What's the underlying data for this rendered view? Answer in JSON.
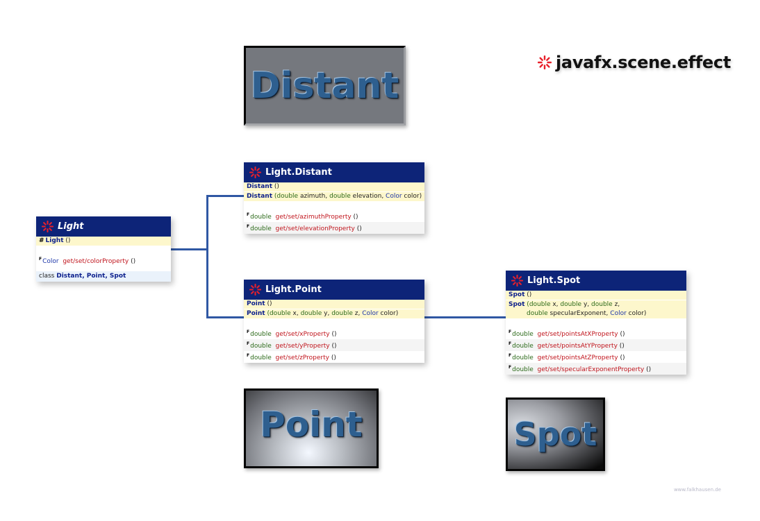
{
  "package": {
    "title": "javafx.scene.effect",
    "icon": "burst-icon"
  },
  "demos": {
    "distant": {
      "label": "Distant"
    },
    "point": {
      "label": "Point"
    },
    "spot": {
      "label": "Spot"
    }
  },
  "classes": {
    "light": {
      "title": "Light",
      "constructor": {
        "modifier": "#",
        "name": "Light",
        "params": "()"
      },
      "properties": [
        {
          "modifier": "F",
          "type": "Color",
          "accessor": "get/set/",
          "name": "colorProperty",
          "params": "()"
        }
      ],
      "inner_label": "class",
      "inner_classes": "Distant, Point, Spot"
    },
    "distant": {
      "title": "Light.Distant",
      "constructors": [
        {
          "name": "Distant",
          "params": "()"
        },
        {
          "name": "Distant",
          "open": "(",
          "p1t": "double",
          "p1": " azimuth, ",
          "p2t": "double",
          "p2": " elevation, ",
          "p3t": "Color",
          "p3": " color)"
        }
      ],
      "properties": [
        {
          "modifier": "F",
          "type": "double",
          "accessor": "get/set/",
          "name": "azimuthProperty",
          "params": "()"
        },
        {
          "modifier": "F",
          "type": "double",
          "accessor": "get/set/",
          "name": "elevationProperty",
          "params": "()"
        }
      ]
    },
    "point": {
      "title": "Light.Point",
      "constructors": [
        {
          "name": "Point",
          "params": "()"
        },
        {
          "name": "Point",
          "open": "(",
          "p1t": "double",
          "p1": " x, ",
          "p2t": "double",
          "p2": " y, ",
          "p3t": "double",
          "p3": " z, ",
          "p4t": "Color",
          "p4": " color)"
        }
      ],
      "properties": [
        {
          "modifier": "F",
          "type": "double",
          "accessor": "get/set/",
          "name": "xProperty",
          "params": "()"
        },
        {
          "modifier": "F",
          "type": "double",
          "accessor": "get/set/",
          "name": "yProperty",
          "params": "()"
        },
        {
          "modifier": "F",
          "type": "double",
          "accessor": "get/set/",
          "name": "zProperty",
          "params": "()"
        }
      ]
    },
    "spot": {
      "title": "Light.Spot",
      "constructors": [
        {
          "name": "Spot",
          "params": "()"
        },
        {
          "name": "Spot",
          "open": "(",
          "p1t": "double",
          "p1": " x, ",
          "p2t": "double",
          "p2": " y, ",
          "p3t": "double",
          "p3": " z,",
          "p4t": "double",
          "p4": " specularExponent, ",
          "p5t": "Color",
          "p5": " color)"
        }
      ],
      "properties": [
        {
          "modifier": "F",
          "type": "double",
          "accessor": "get/set/",
          "name": "pointsAtXProperty",
          "params": "()"
        },
        {
          "modifier": "F",
          "type": "double",
          "accessor": "get/set/",
          "name": "pointsAtYProperty",
          "params": "()"
        },
        {
          "modifier": "F",
          "type": "double",
          "accessor": "get/set/",
          "name": "pointsAtZProperty",
          "params": "()"
        },
        {
          "modifier": "F",
          "type": "double",
          "accessor": "get/set/",
          "name": "specularExponentProperty",
          "params": "()"
        }
      ]
    }
  },
  "colors": {
    "header": "#0d2478",
    "connector": "#2f57a3",
    "ctor_bg": "#fdf7cc",
    "accessor": "#c0141c"
  },
  "footer": {
    "text": "www.falkhausen.de"
  }
}
